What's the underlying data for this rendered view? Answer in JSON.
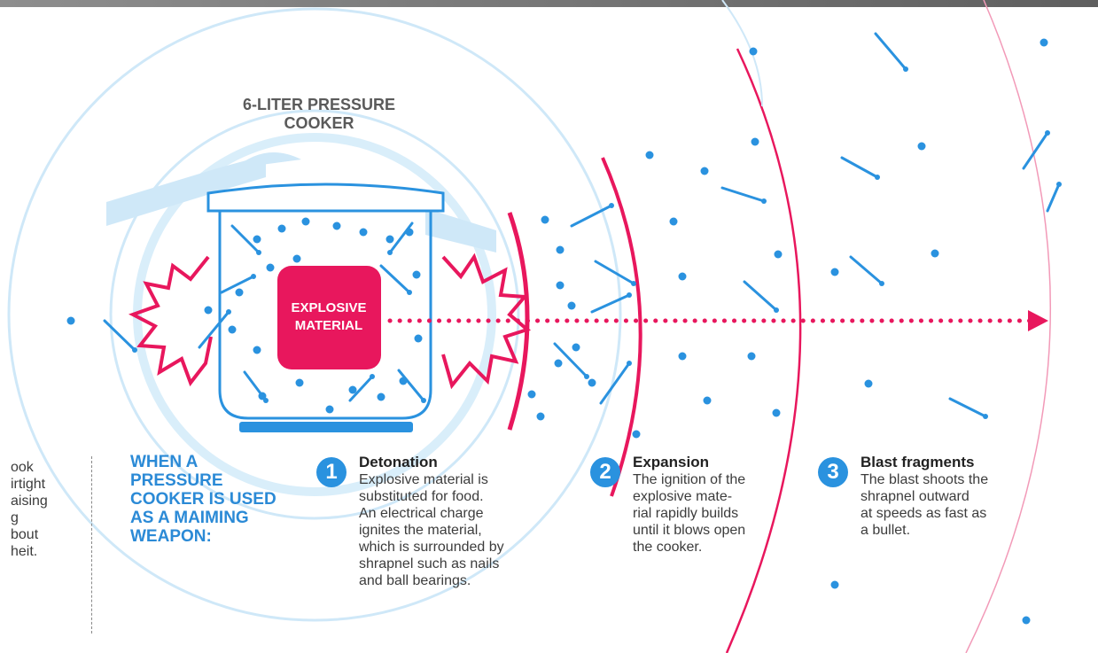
{
  "cooker_label_lines": [
    "6-LITER PRESSURE",
    "COOKER"
  ],
  "explosive_label_lines": [
    "EXPLOSIVE",
    "MATERIAL"
  ],
  "intro_fragments": [
    "ook",
    "irtight",
    "aising",
    "g",
    "bout",
    "heit."
  ],
  "heading_lines": [
    "WHEN A",
    "PRESSURE",
    "COOKER IS USED",
    "AS A MAIMING",
    "WEAPON:"
  ],
  "steps": [
    {
      "number": "1",
      "title": "Detonation",
      "lines": [
        "Explosive material is",
        "substituted for food.",
        "An electrical charge",
        "ignites the material,",
        "which is surrounded by",
        "shrapnel such as nails",
        "and ball bearings."
      ]
    },
    {
      "number": "2",
      "title": "Expansion",
      "lines": [
        "The ignition of the",
        "explosive mate-",
        "rial rapidly builds",
        "until it blows open",
        "the cooker."
      ]
    },
    {
      "number": "3",
      "title": "Blast fragments",
      "lines": [
        "The blast shoots the",
        "shrapnel outward",
        "at speeds as fast as",
        "a bullet."
      ]
    }
  ],
  "colors": {
    "blue": "#2a92df",
    "light_blue": "#cfe8f8",
    "pink": "#e8175d",
    "pink_light": "#f29ab8"
  }
}
